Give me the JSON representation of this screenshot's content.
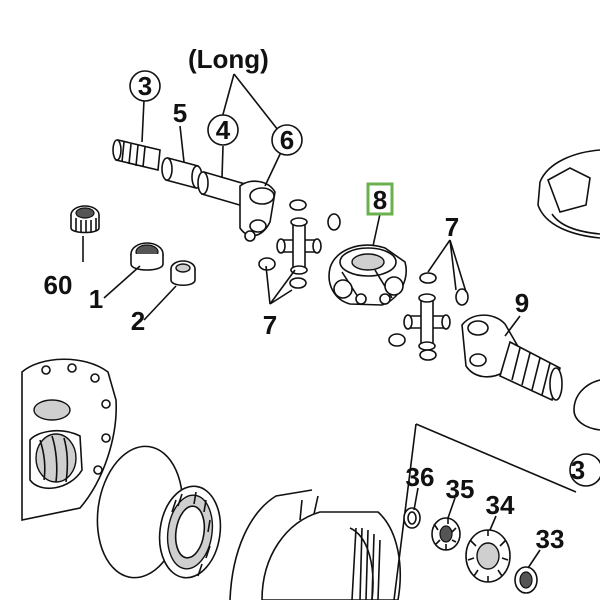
{
  "callouts": {
    "long": "(Long)",
    "c3": "3",
    "c5": "5",
    "c4": "4",
    "c6": "6",
    "c8": "8",
    "c7a": "7",
    "c7b": "7",
    "c9": "9",
    "c60": "60",
    "c1": "1",
    "c2": "2",
    "c36": "36",
    "c35": "35",
    "c34": "34",
    "c33": "33",
    "c3r": "3"
  },
  "colors": {
    "highlight": "#6ab04c",
    "ink": "#111111"
  }
}
